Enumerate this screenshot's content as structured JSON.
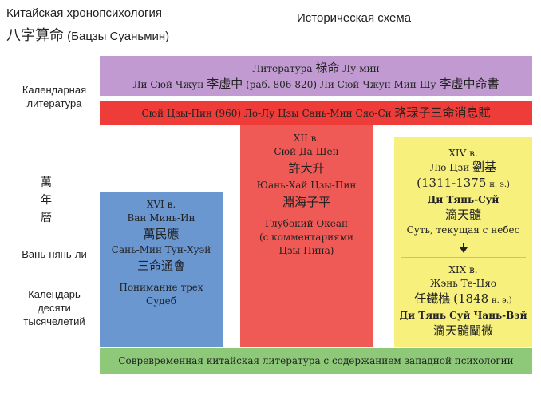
{
  "header": {
    "title_line1": "Китайская хронопсихология",
    "title_cjk": "八字算命",
    "title_rest": "(Бацзы Суаньмин)",
    "schema_title": "Историческая схема"
  },
  "side_labels": {
    "calendar_lit": [
      "Календарная",
      "литература"
    ],
    "wan_nian_li_cjk": [
      "萬",
      "年",
      "曆"
    ],
    "van_nyan_li": "Вань-нянь-ли",
    "calendar_ten": [
      "Календарь",
      "десяти",
      "тысячелетий"
    ]
  },
  "purple": {
    "line1_text": "Литература",
    "line1_cjk": "祿命",
    "line1_tail": "Лу-мин",
    "line2_a": "Ли Сюй-Чжун",
    "line2_cjk1": "李虛中",
    "line2_b": "(раб. 806-820) Ли Сюй-Чжун Мин-Шу",
    "line2_cjk2": "李虛中命書"
  },
  "red_strip": {
    "text": "Сюй Цзы-Пин (960) Ло-Лу Цзы Сань-Мин Сяо-Си",
    "cjk": "珞琭子三命消息賦"
  },
  "red_block": {
    "century": "XII в.",
    "name": "Сюй Да-Шен",
    "name_cjk": "許大升",
    "work": "Юань-Хай Цзы-Пин",
    "work_cjk": "淵海子平",
    "desc": [
      "Глубокий Океан",
      "(с комментариями",
      "Цзы-Пина)"
    ]
  },
  "blue_block": {
    "century": "XVI в.",
    "name": "Ван Минь-Ин",
    "name_cjk": "萬民應",
    "work": "Сань-Мин Тун-Хуэй",
    "work_cjk": "三命通會",
    "desc": [
      "Понимание трех",
      "Судеб"
    ]
  },
  "yellow_block": {
    "top": {
      "century": "XIV в.",
      "name": "Лю Цзи",
      "name_cjk": "劉基",
      "years": "(1311-1375",
      "era": "н. э.)",
      "work": "Ди Тянь-Суй",
      "work_cjk": "滴天髓",
      "desc": "Суть, текущая с небес"
    },
    "bottom": {
      "century": "XIX в.",
      "name": "Жэнь Те-Цяо",
      "name_cjk": "任鐵樵",
      "years": "(1848",
      "era": "н. э.)",
      "work": "Ди Тянь Суй Чань-Вэй",
      "work_cjk": "滴天髓闡微"
    }
  },
  "green_bar": {
    "text": "Совревременная китайская литература с содержанием западной психологии"
  },
  "colors": {
    "purple": "#c09ad0",
    "red_strip": "#ee3c39",
    "red_block": "#ef5a56",
    "blue": "#6b97d0",
    "yellow": "#f7f07d",
    "green": "#8ec97a"
  }
}
